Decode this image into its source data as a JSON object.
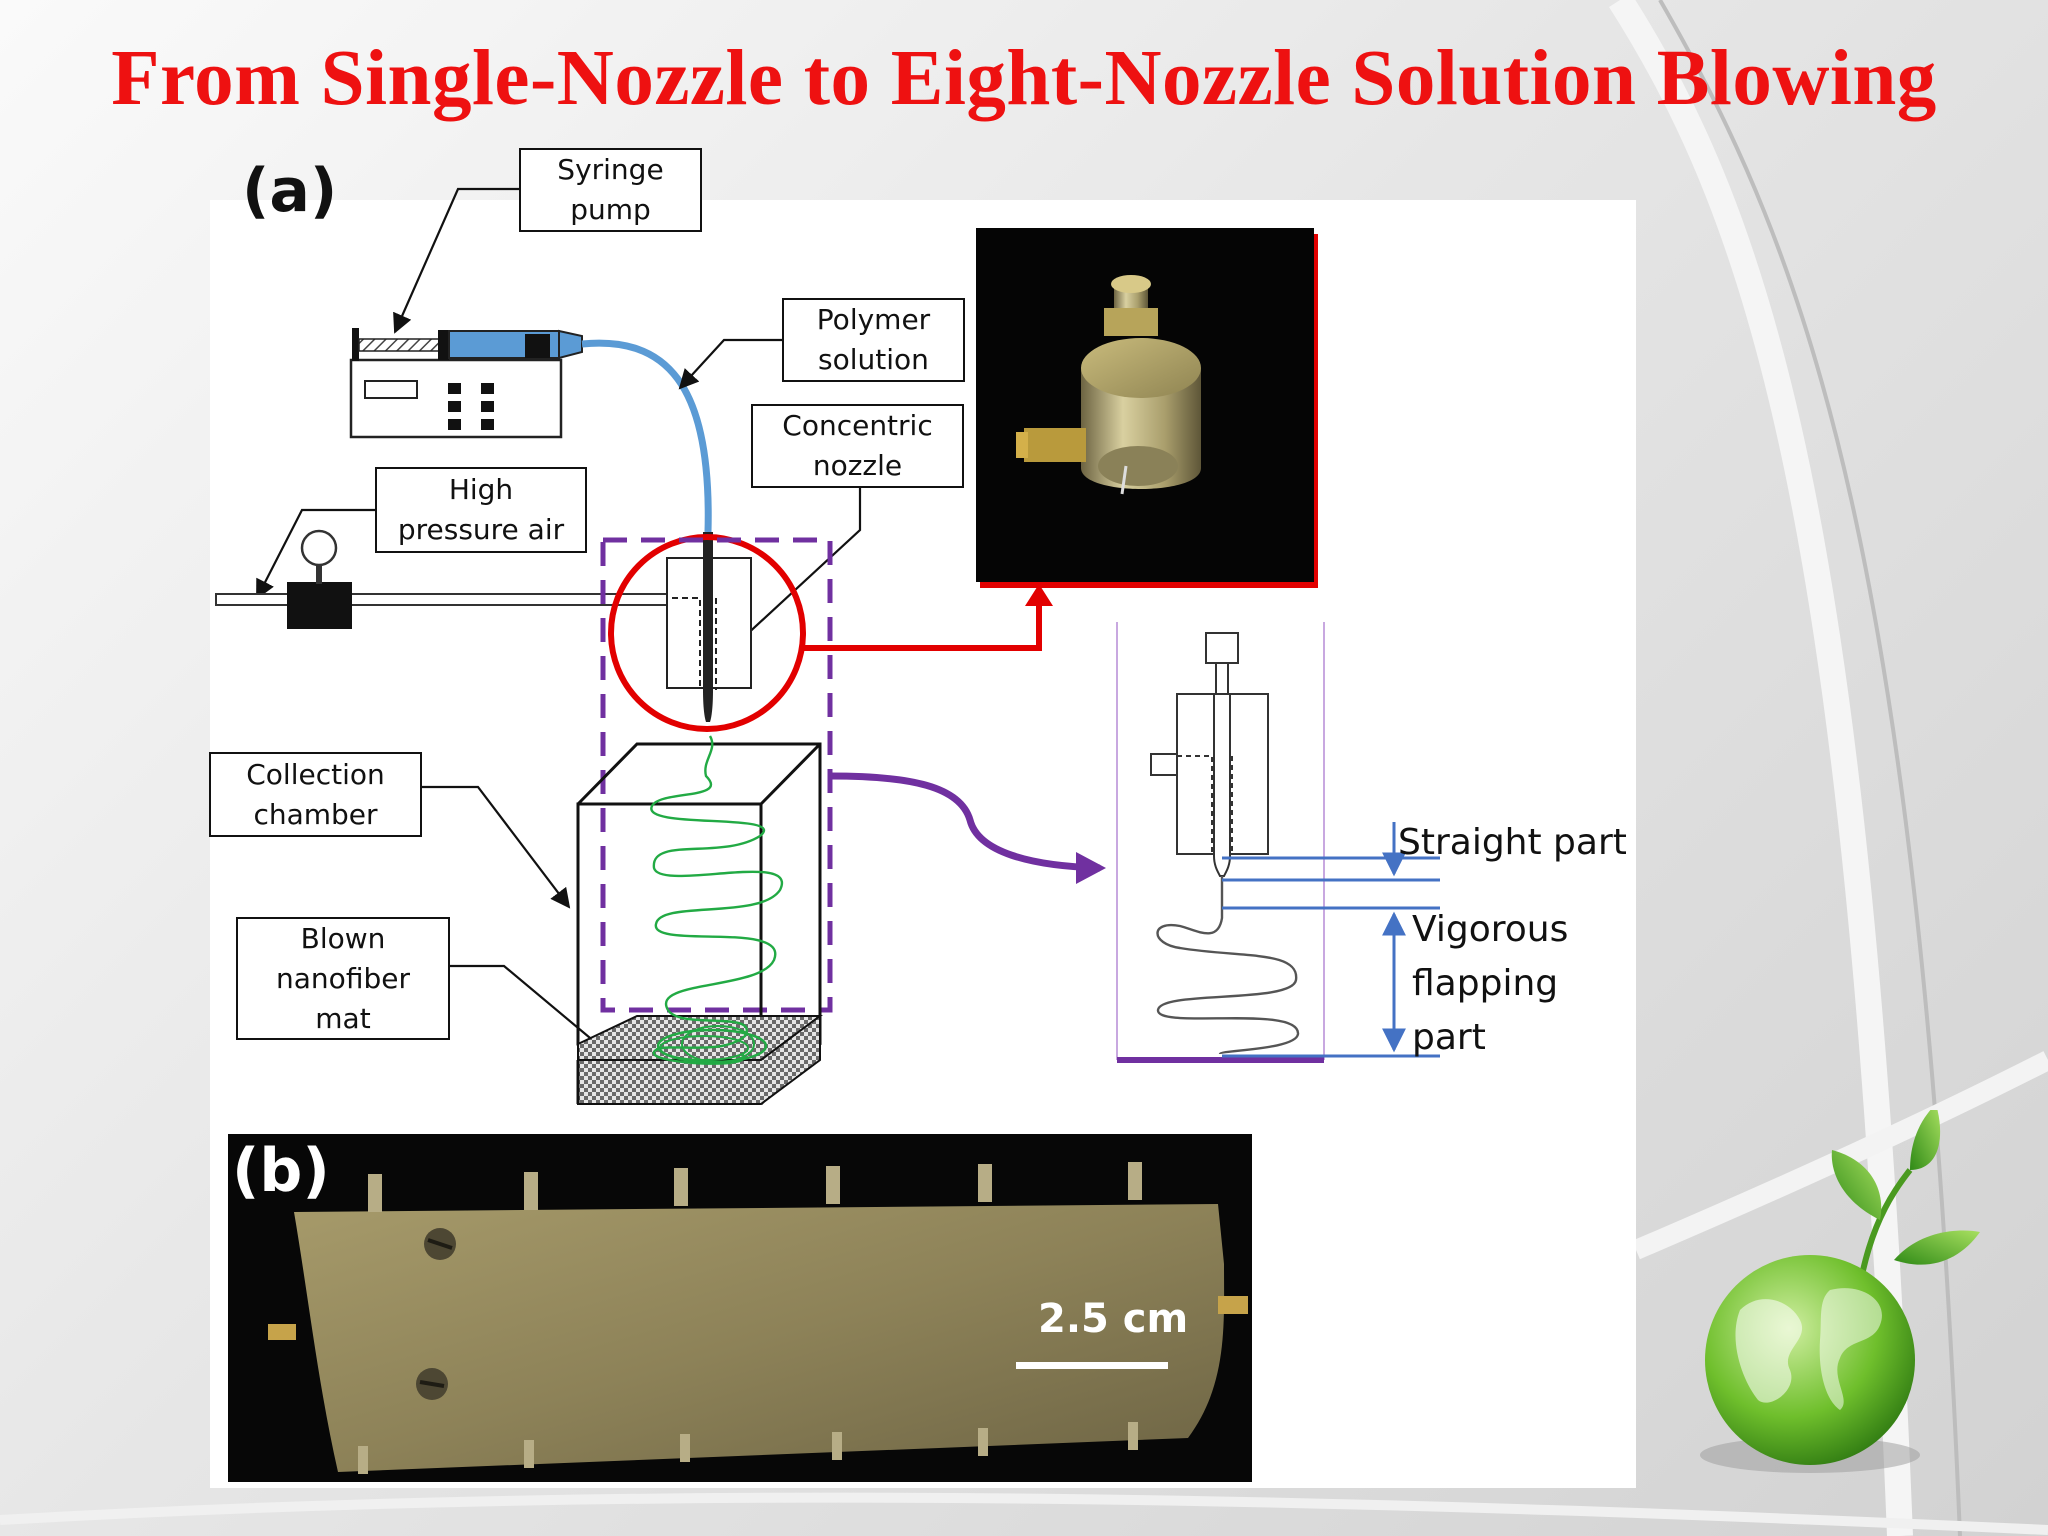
{
  "slide": {
    "title": "From Single-Nozzle to Eight-Nozzle Solution Blowing"
  },
  "panel_a": {
    "letter": "(a)",
    "labels": {
      "syringe_pump": [
        "Syringe",
        "pump"
      ],
      "polymer_solution": [
        "Polymer",
        "solution"
      ],
      "concentric_nozzle": [
        "Concentric",
        "nozzle"
      ],
      "high_pressure_air": [
        "High",
        "pressure air"
      ],
      "collection_chamber": [
        "Collection",
        "chamber"
      ],
      "blown_nanofiber_mat": [
        "Blown",
        "nanofiber",
        "mat"
      ]
    },
    "jet_regions": {
      "straight": "Straight part",
      "flapping": [
        "Vigorous",
        "flapping",
        "part"
      ]
    }
  },
  "panel_b": {
    "letter": "(b)",
    "scale": "2.5 cm"
  },
  "colors": {
    "title": "#ee1111",
    "highlight_circle": "#e20000",
    "dashed_box": "#7030a0",
    "fiber": "#22aa44",
    "tube": "#5b9bd5",
    "dimension_lines": "#4472c4"
  },
  "icons": [
    "globe-icon",
    "leaf-icon",
    "pressure-gauge-icon",
    "syringe-pump-icon"
  ]
}
